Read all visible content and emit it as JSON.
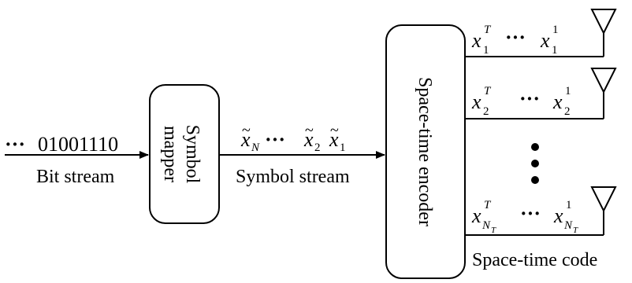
{
  "input": {
    "bits": "01001110",
    "label": "Bit stream"
  },
  "mapper": {
    "label_line1": "Symbol",
    "label_line2": "mapper"
  },
  "symbols": {
    "label": "Symbol stream",
    "first": "N",
    "second": "2",
    "third": "1"
  },
  "encoder": {
    "label": "Space-time encoder"
  },
  "outputs": {
    "row1_sub": "1",
    "row2_sub": "2",
    "row3_sub": "N",
    "row3_subsub": "T",
    "sup_first": "T",
    "sup_last": "1",
    "code_label": "Space-time code"
  }
}
